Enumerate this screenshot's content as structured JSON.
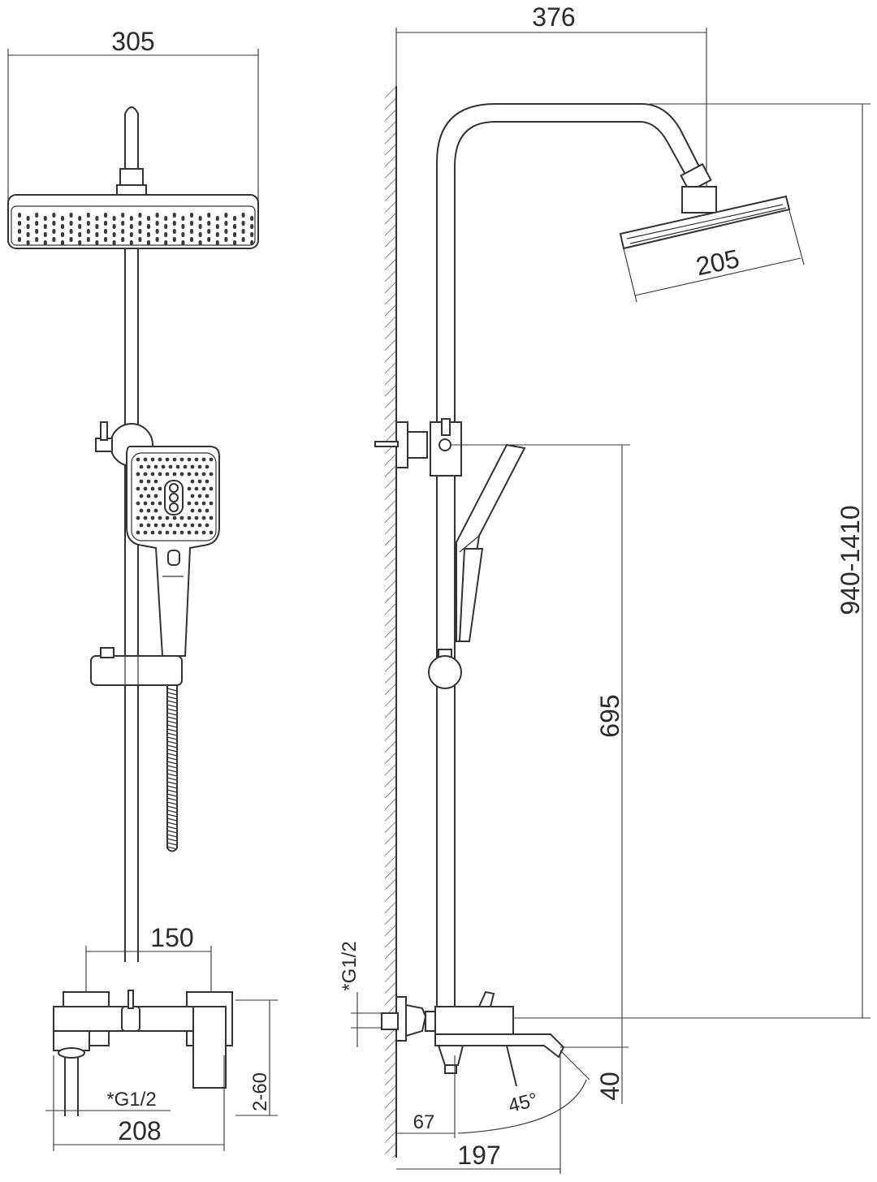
{
  "dimensions": {
    "front_width_head": "305",
    "side_reach": "376",
    "head_depth": "205",
    "height_range": "940-1410",
    "slide_bar": "695",
    "mixer_centers": "150",
    "mixer_thread_front": "*G1/2",
    "mixer_width": "208",
    "eccentric_adjust": "2-60",
    "mixer_thread_side": "*G1/2",
    "spout_offset": "40",
    "mixer_projection": "67",
    "spout_angle": "45°",
    "spout_reach": "197"
  }
}
